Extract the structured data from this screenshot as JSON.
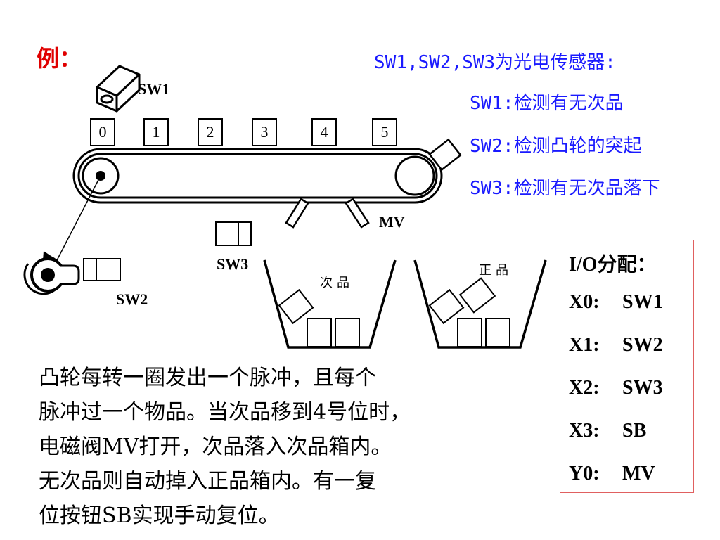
{
  "title": "例：",
  "sensors": {
    "heading": "SW1,SW2,SW3为光电传感器:",
    "lines": [
      "SW1:检测有无次品",
      "SW2:检测凸轮的突起",
      "SW3:检测有无次品落下"
    ]
  },
  "labels": {
    "sw1": "SW1",
    "sw2": "SW2",
    "sw3": "SW3",
    "mv": "MV",
    "defect_bin": "次品",
    "good_bin": "正品"
  },
  "slots": [
    "0",
    "1",
    "2",
    "3",
    "4",
    "5"
  ],
  "io": {
    "heading": "I/O分配：",
    "rows": [
      {
        "addr": "X0:",
        "dev": "SW1"
      },
      {
        "addr": "X1:",
        "dev": "SW2"
      },
      {
        "addr": "X2:",
        "dev": "SW3"
      },
      {
        "addr": "X3:",
        "dev": "SB"
      },
      {
        "addr": "Y0:",
        "dev": "MV"
      }
    ]
  },
  "description": [
    "凸轮每转一圈发出一个脉冲，且每个",
    "脉冲过一个物品。当次品移到4号位时，",
    "电磁阀MV打开，次品落入次品箱内。",
    "无次品则自动掉入正品箱内。有一复",
    "位按钮SB实现手动复位。"
  ]
}
